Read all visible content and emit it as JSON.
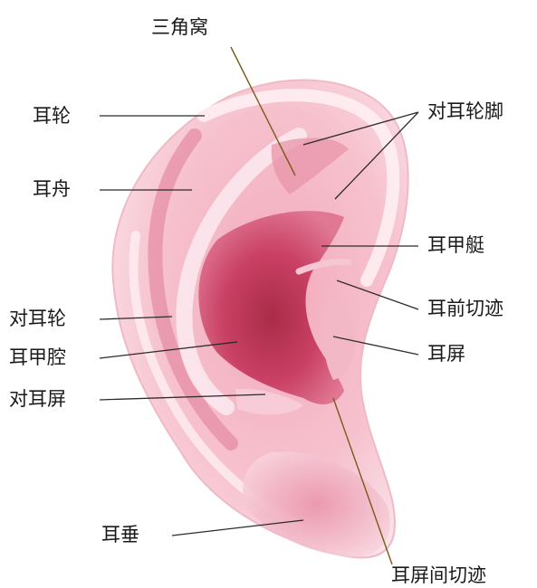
{
  "labels": {
    "triangular_fossa": "三角窝",
    "helix": "耳轮",
    "scapha": "耳舟",
    "antihelix_crura": "对耳轮脚",
    "cymba_conchae": "耳甲艇",
    "antihelix": "对耳轮",
    "anterior_notch": "耳前切迹",
    "cavum_conchae": "耳甲腔",
    "tragus": "耳屏",
    "antitragus": "对耳屏",
    "lobule": "耳垂",
    "intertragic_notch": "耳屏间切迹"
  },
  "colors": {
    "skin_light": "#fbe4ea",
    "skin_mid": "#ef9fb2",
    "skin_deep": "#d9567a",
    "concha_dark": "#b8334f",
    "leader": "#2b2b2b"
  }
}
